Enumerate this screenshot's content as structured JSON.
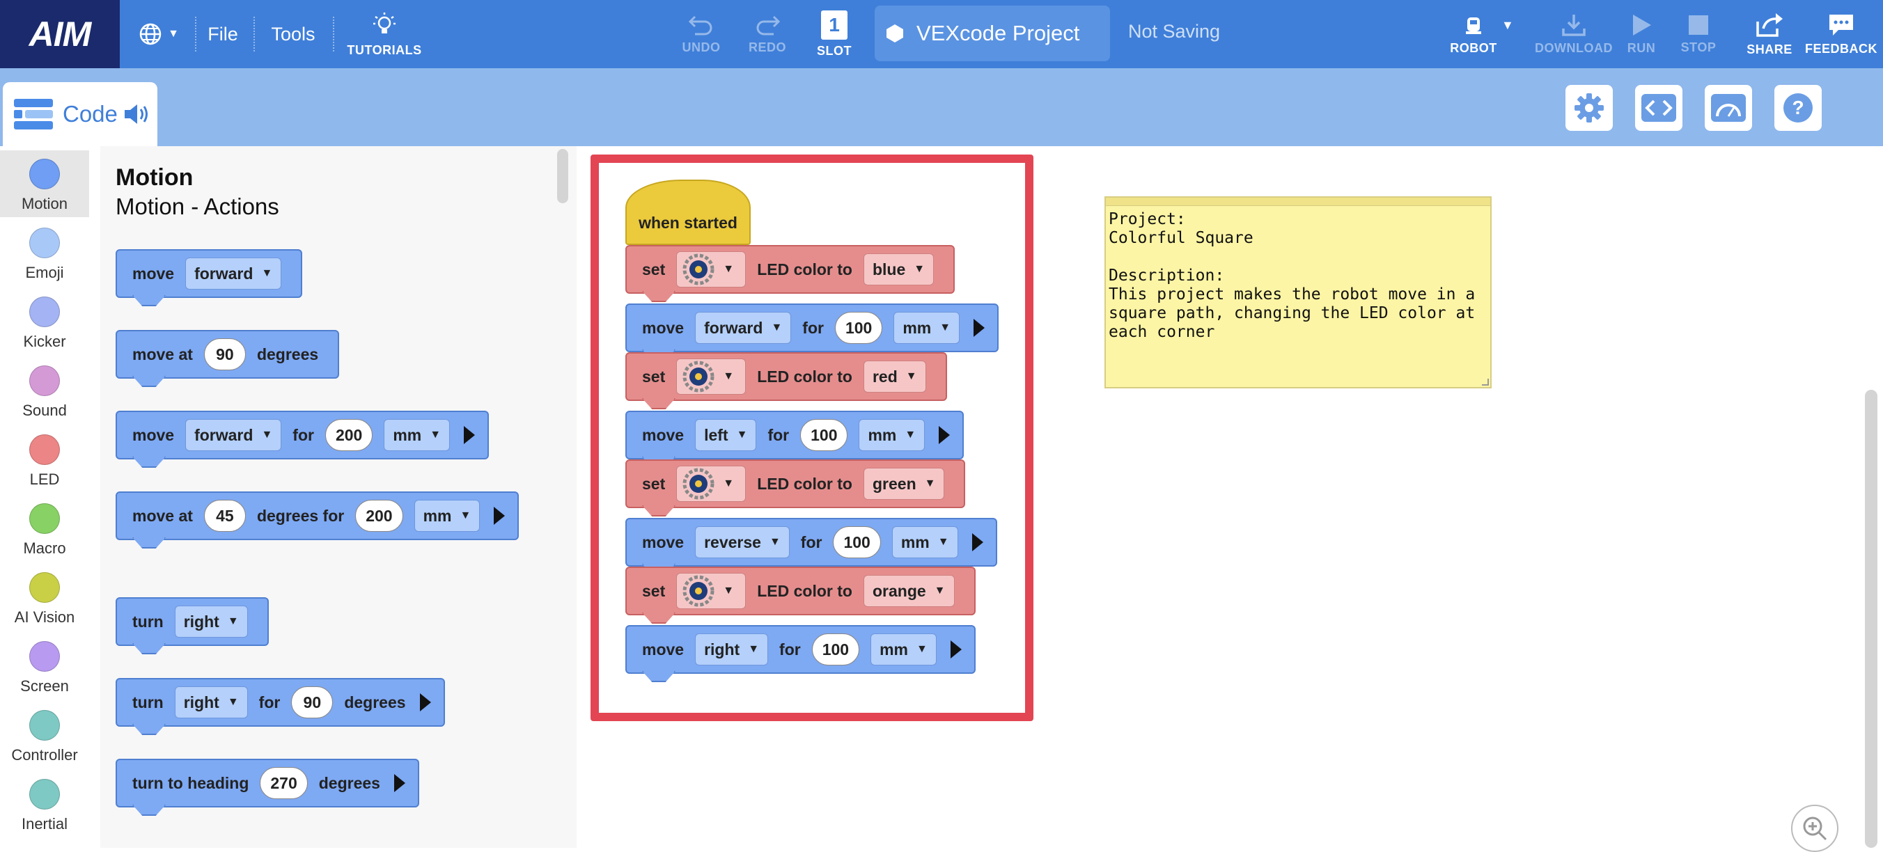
{
  "app": {
    "logo": "AIM",
    "menu_file": "File",
    "menu_tools": "Tools",
    "tutorials_label": "TUTORIALS",
    "undo_label": "UNDO",
    "redo_label": "REDO",
    "slot_label": "SLOT",
    "slot_number": "1",
    "project_title": "VEXcode Project",
    "save_status": "Not Saving",
    "robot_label": "ROBOT",
    "download_label": "DOWNLOAD",
    "run_label": "RUN",
    "stop_label": "STOP",
    "share_label": "SHARE",
    "feedback_label": "FEEDBACK"
  },
  "code_tab": {
    "label": "Code"
  },
  "categories": [
    {
      "name": "Motion",
      "color": "#6f9ef4",
      "active": true
    },
    {
      "name": "Emoji",
      "color": "#a8c8f8"
    },
    {
      "name": "Kicker",
      "color": "#a3b3f3"
    },
    {
      "name": "Sound",
      "color": "#d49ad6"
    },
    {
      "name": "LED",
      "color": "#ec8585"
    },
    {
      "name": "Macro",
      "color": "#88d165"
    },
    {
      "name": "AI Vision",
      "color": "#c9d046"
    },
    {
      "name": "Screen",
      "color": "#b89af0"
    },
    {
      "name": "Controller",
      "color": "#7ec9c3"
    },
    {
      "name": "Inertial",
      "color": "#7ec9c3"
    }
  ],
  "palette": {
    "heading": "Motion",
    "subheading": "Motion - Actions",
    "blocks": {
      "b1": {
        "kw1": "move",
        "dd1": "forward"
      },
      "b2": {
        "kw1": "move at",
        "num1": "90",
        "kw2": "degrees"
      },
      "b3": {
        "kw1": "move",
        "dd1": "forward",
        "kw2": "for",
        "num1": "200",
        "dd2": "mm"
      },
      "b4": {
        "kw1": "move at",
        "num1": "45",
        "kw2": "degrees for",
        "num2": "200",
        "dd1": "mm"
      },
      "b5": {
        "kw1": "turn",
        "dd1": "right"
      },
      "b6": {
        "kw1": "turn",
        "dd1": "right",
        "kw2": "for",
        "num1": "90",
        "kw3": "degrees"
      },
      "b7": {
        "kw1": "turn to heading",
        "num1": "270",
        "kw2": "degrees"
      }
    }
  },
  "script": {
    "hat": "when started",
    "set_kw": "set",
    "led_kw": "LED color to",
    "move_kw": "move",
    "for_kw": "for",
    "s1": {
      "color": "blue"
    },
    "s2": {
      "dir": "forward",
      "dist": "100",
      "unit": "mm"
    },
    "s3": {
      "color": "red"
    },
    "s4": {
      "dir": "left",
      "dist": "100",
      "unit": "mm"
    },
    "s5": {
      "color": "green"
    },
    "s6": {
      "dir": "reverse",
      "dist": "100",
      "unit": "mm"
    },
    "s7": {
      "color": "orange"
    },
    "s8": {
      "dir": "right",
      "dist": "100",
      "unit": "mm"
    }
  },
  "note": {
    "text": "Project:\nColorful Square\n\nDescription:\nThis project makes the robot move in a square path, changing the LED color at each corner"
  },
  "colors": {
    "topbar": "#3f7fd9",
    "subbar": "#8fb8ec",
    "motion_block": "#7ea9f3",
    "led_block": "#e58d8d",
    "hat_block": "#ebca3c",
    "highlight_frame": "#e34553",
    "note_bg": "#fcf5a5"
  }
}
